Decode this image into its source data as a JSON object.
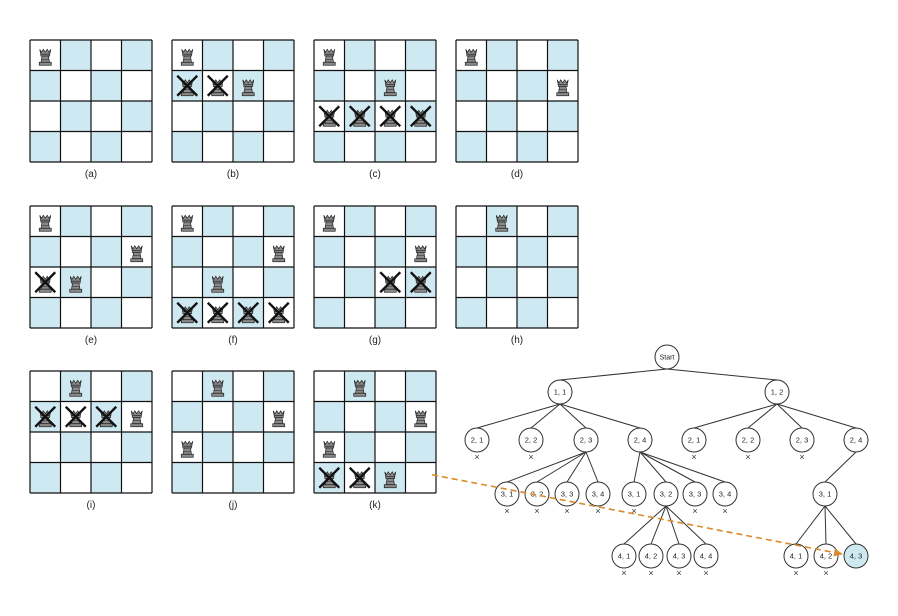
{
  "colors": {
    "light": "#ffffff",
    "dark": "#cfe9f2",
    "grid": "#111111",
    "queen": "#8a8a8a",
    "cross": "#111111",
    "arrow": "#d98a2a",
    "solution_fill": "#cfe9f2"
  },
  "board_size": 4,
  "boards": [
    {
      "label": "(a)",
      "pieces": [
        {
          "row": 1,
          "col": 1,
          "x": false
        }
      ]
    },
    {
      "label": "(b)",
      "pieces": [
        {
          "row": 1,
          "col": 1,
          "x": false
        },
        {
          "row": 2,
          "col": 1,
          "x": true
        },
        {
          "row": 2,
          "col": 2,
          "x": true
        },
        {
          "row": 2,
          "col": 3,
          "x": false
        }
      ]
    },
    {
      "label": "(c)",
      "pieces": [
        {
          "row": 1,
          "col": 1,
          "x": false
        },
        {
          "row": 2,
          "col": 3,
          "x": false
        },
        {
          "row": 3,
          "col": 1,
          "x": true
        },
        {
          "row": 3,
          "col": 2,
          "x": true
        },
        {
          "row": 3,
          "col": 3,
          "x": true
        },
        {
          "row": 3,
          "col": 4,
          "x": true
        }
      ]
    },
    {
      "label": "(d)",
      "pieces": [
        {
          "row": 1,
          "col": 1,
          "x": false
        },
        {
          "row": 2,
          "col": 4,
          "x": false
        }
      ]
    },
    {
      "label": "(e)",
      "pieces": [
        {
          "row": 1,
          "col": 1,
          "x": false
        },
        {
          "row": 2,
          "col": 4,
          "x": false
        },
        {
          "row": 3,
          "col": 1,
          "x": true
        },
        {
          "row": 3,
          "col": 2,
          "x": false
        }
      ]
    },
    {
      "label": "(f)",
      "pieces": [
        {
          "row": 1,
          "col": 1,
          "x": false
        },
        {
          "row": 2,
          "col": 4,
          "x": false
        },
        {
          "row": 3,
          "col": 2,
          "x": false
        },
        {
          "row": 4,
          "col": 1,
          "x": true
        },
        {
          "row": 4,
          "col": 2,
          "x": true
        },
        {
          "row": 4,
          "col": 3,
          "x": true
        },
        {
          "row": 4,
          "col": 4,
          "x": true
        }
      ]
    },
    {
      "label": "(g)",
      "pieces": [
        {
          "row": 1,
          "col": 1,
          "x": false
        },
        {
          "row": 2,
          "col": 4,
          "x": false
        },
        {
          "row": 3,
          "col": 3,
          "x": true
        },
        {
          "row": 3,
          "col": 4,
          "x": true
        }
      ]
    },
    {
      "label": "(h)",
      "pieces": [
        {
          "row": 1,
          "col": 2,
          "x": false
        }
      ]
    },
    {
      "label": "(i)",
      "pieces": [
        {
          "row": 1,
          "col": 2,
          "x": false
        },
        {
          "row": 2,
          "col": 1,
          "x": true
        },
        {
          "row": 2,
          "col": 2,
          "x": true
        },
        {
          "row": 2,
          "col": 3,
          "x": true
        },
        {
          "row": 2,
          "col": 4,
          "x": false
        }
      ]
    },
    {
      "label": "(j)",
      "pieces": [
        {
          "row": 1,
          "col": 2,
          "x": false
        },
        {
          "row": 2,
          "col": 4,
          "x": false
        },
        {
          "row": 3,
          "col": 1,
          "x": false
        }
      ]
    },
    {
      "label": "(k)",
      "pieces": [
        {
          "row": 1,
          "col": 2,
          "x": false
        },
        {
          "row": 2,
          "col": 4,
          "x": false
        },
        {
          "row": 3,
          "col": 1,
          "x": false
        },
        {
          "row": 4,
          "col": 1,
          "x": true
        },
        {
          "row": 4,
          "col": 2,
          "x": true
        },
        {
          "row": 4,
          "col": 3,
          "x": false
        }
      ]
    }
  ],
  "tree": {
    "root": "Start",
    "nodes": [
      {
        "id": "n11",
        "label": "1, 1",
        "parent": "root",
        "pruned": false
      },
      {
        "id": "n12",
        "label": "1, 2",
        "parent": "root",
        "pruned": false
      },
      {
        "id": "n11_21",
        "label": "2, 1",
        "parent": "n11",
        "pruned": true
      },
      {
        "id": "n11_22",
        "label": "2, 2",
        "parent": "n11",
        "pruned": true
      },
      {
        "id": "n11_23",
        "label": "2, 3",
        "parent": "n11",
        "pruned": false
      },
      {
        "id": "n11_24",
        "label": "2, 4",
        "parent": "n11",
        "pruned": false
      },
      {
        "id": "n12_21",
        "label": "2, 1",
        "parent": "n12",
        "pruned": true
      },
      {
        "id": "n12_22",
        "label": "2, 2",
        "parent": "n12",
        "pruned": true
      },
      {
        "id": "n12_23",
        "label": "2, 3",
        "parent": "n12",
        "pruned": true
      },
      {
        "id": "n12_24",
        "label": "2, 4",
        "parent": "n12",
        "pruned": false
      },
      {
        "id": "a31",
        "label": "3, 1",
        "parent": "n11_23",
        "pruned": true
      },
      {
        "id": "a32",
        "label": "3, 2",
        "parent": "n11_23",
        "pruned": true
      },
      {
        "id": "a33",
        "label": "3, 3",
        "parent": "n11_23",
        "pruned": true
      },
      {
        "id": "a34",
        "label": "3, 4",
        "parent": "n11_23",
        "pruned": true
      },
      {
        "id": "b31",
        "label": "3, 1",
        "parent": "n11_24",
        "pruned": true
      },
      {
        "id": "b32",
        "label": "3, 2",
        "parent": "n11_24",
        "pruned": false
      },
      {
        "id": "b33",
        "label": "3, 3",
        "parent": "n11_24",
        "pruned": true
      },
      {
        "id": "b34",
        "label": "3, 4",
        "parent": "n11_24",
        "pruned": true
      },
      {
        "id": "c31",
        "label": "3, 1",
        "parent": "n12_24",
        "pruned": false
      },
      {
        "id": "b41",
        "label": "4, 1",
        "parent": "b32",
        "pruned": true
      },
      {
        "id": "b42",
        "label": "4, 2",
        "parent": "b32",
        "pruned": true
      },
      {
        "id": "b43",
        "label": "4, 3",
        "parent": "b32",
        "pruned": true
      },
      {
        "id": "b44",
        "label": "4, 4",
        "parent": "b32",
        "pruned": true
      },
      {
        "id": "c41",
        "label": "4, 1",
        "parent": "c31",
        "pruned": true
      },
      {
        "id": "c42",
        "label": "4, 2",
        "parent": "c31",
        "pruned": true
      },
      {
        "id": "c43",
        "label": "4, 3",
        "parent": "c31",
        "pruned": false,
        "solution": true
      }
    ],
    "pruned_mark": "×"
  }
}
